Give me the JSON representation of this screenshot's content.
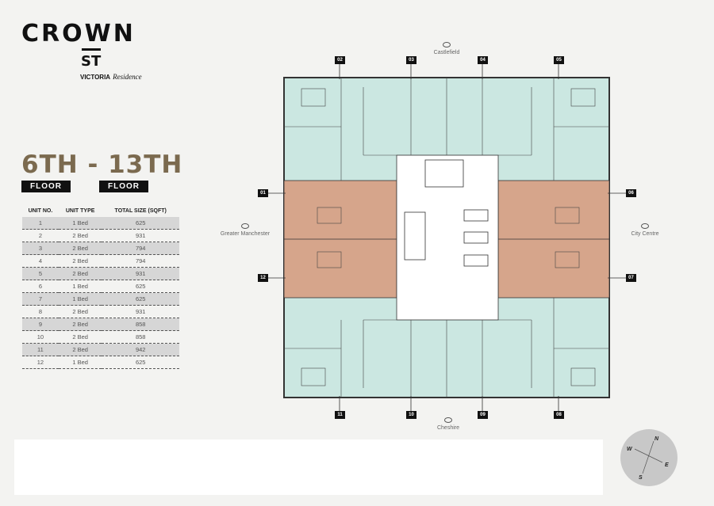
{
  "logo": {
    "line1": "CROWN",
    "line2": "ST",
    "sub": "VICTORIA",
    "script": "Residence"
  },
  "floors": {
    "title": "6TH - 13TH",
    "tag_left": "FLOOR",
    "tag_right": "FLOOR"
  },
  "table": {
    "headers": [
      "UNIT NO.",
      "UNIT TYPE",
      "TOTAL SIZE (SQFT)"
    ],
    "rows": [
      [
        "1",
        "1 Bed",
        "625"
      ],
      [
        "2",
        "2 Bed",
        "931"
      ],
      [
        "3",
        "2 Bed",
        "794"
      ],
      [
        "4",
        "2 Bed",
        "794"
      ],
      [
        "5",
        "2 Bed",
        "931"
      ],
      [
        "6",
        "1 Bed",
        "625"
      ],
      [
        "7",
        "1 Bed",
        "625"
      ],
      [
        "8",
        "2 Bed",
        "931"
      ],
      [
        "9",
        "2 Bed",
        "858"
      ],
      [
        "10",
        "2 Bed",
        "858"
      ],
      [
        "11",
        "2 Bed",
        "942"
      ],
      [
        "12",
        "1 Bed",
        "625"
      ]
    ]
  },
  "plan": {
    "views": {
      "north": "Castlefield",
      "south": "Cheshire",
      "west": "Greater Manchester",
      "east": "City Centre"
    },
    "unit_labels": {
      "top": [
        "02",
        "03",
        "04",
        "05"
      ],
      "left": [
        "01",
        "12"
      ],
      "right": [
        "06",
        "07"
      ],
      "bottom": [
        "11",
        "10",
        "09",
        "08"
      ]
    },
    "colors": {
      "standard": "#cbe7e1",
      "highlight": "#d6a58b",
      "core": "#ffffff"
    }
  },
  "compass": {
    "n": "N",
    "e": "E",
    "s": "S",
    "w": "W"
  }
}
